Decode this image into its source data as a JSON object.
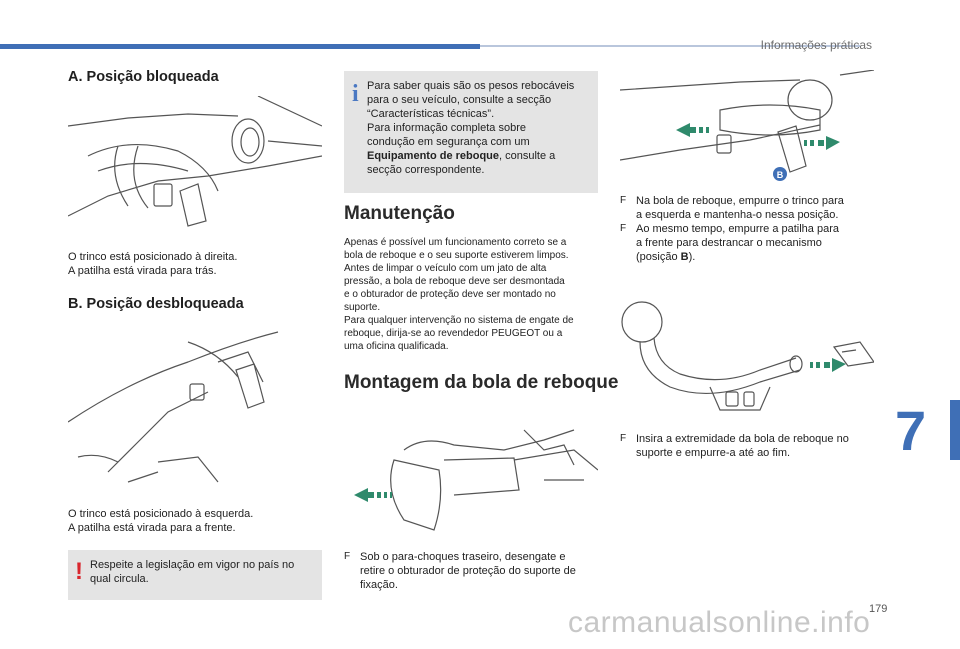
{
  "header": {
    "section_title": "Informações práticas",
    "chapter_number": "7",
    "page_number": "179"
  },
  "left": {
    "title_a": "A. Posição bloqueada",
    "text_a": [
      "O trinco está posicionado à direita.",
      "A patilha está virada para trás."
    ],
    "title_b": "B. Posição desbloqueada",
    "text_b": [
      "O trinco está posicionado à esquerda.",
      "A patilha está virada para a frente."
    ],
    "warning_mark": "!",
    "warning": [
      "Respeite a legislação em vigor no país no",
      "qual circula."
    ]
  },
  "middle": {
    "info_mark": "i",
    "info_lines": [
      "Para saber quais são os pesos rebocáveis",
      "para o seu veículo, consulte a secção",
      "“Características técnicas”.",
      "Para informação completa sobre",
      "condução em segurança com um"
    ],
    "info_bold": "Equipamento de reboque",
    "info_after_bold": ", consulte a",
    "info_last": "secção correspondente.",
    "heading_maint": "Manutenção",
    "maint_lines": [
      "Apenas é possível um funcionamento correto se a",
      "bola de reboque e o seu suporte estiverem limpos.",
      "Antes de limpar o veículo com um jato de alta",
      "pressão, a bola de reboque deve ser desmontada",
      "e o obturador de proteção deve ser montado no",
      "suporte.",
      "Para qualquer intervenção no sistema de engate de",
      "reboque, dirija-se ao revendedor PEUGEOT ou a",
      "uma oficina qualificada."
    ],
    "heading_mount": "Montagem da bola de reboque",
    "step1_bullet": "F",
    "step1": [
      "Sob o para-choques traseiro, desengate e",
      "retire o obturador de proteção do suporte de",
      "fixação."
    ]
  },
  "right": {
    "label_b": "B",
    "bullet": "F",
    "step2": [
      "Na bola de reboque, empurre o trinco para",
      "a esquerda e mantenha-o nessa posição."
    ],
    "step3a": [
      "Ao mesmo tempo, empurre a patilha para",
      "a frente para destrancar o mecanismo"
    ],
    "step3b_pre": "(posição ",
    "step3b_bold": "B",
    "step3b_post": ").",
    "step4": [
      "Insira a extremidade da bola de reboque no",
      "suporte e empurre-a até ao fim."
    ]
  },
  "footer": {
    "watermark": "carmanualsonline.info"
  },
  "colors": {
    "accent": "#3f6fb6",
    "arrow": "#2f8a6c",
    "warning": "#d9262d",
    "info": "#4a78c2",
    "box": "#e4e4e4"
  }
}
